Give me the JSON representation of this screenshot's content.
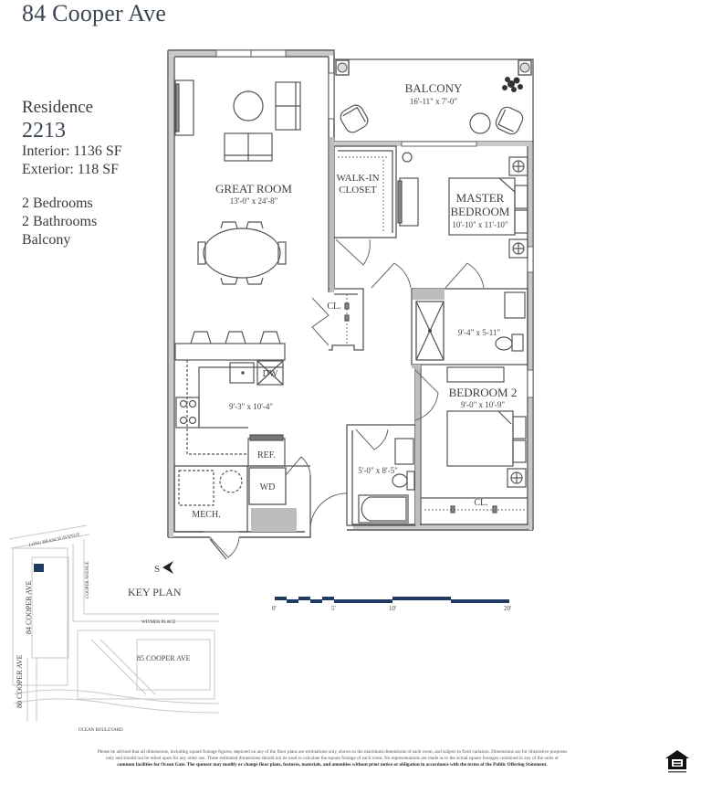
{
  "header": {
    "title": "84 Cooper Ave"
  },
  "residence": {
    "label": "Residence",
    "number": "2213",
    "interior": "Interior: 1136 SF",
    "exterior": "Exterior: 118 SF",
    "features": [
      "2 Bedrooms",
      "2 Bathrooms",
      "Balcony"
    ]
  },
  "rooms": {
    "balcony": {
      "name": "BALCONY",
      "dims": "16'-11\" x 7'-0\""
    },
    "great_room": {
      "name": "GREAT ROOM",
      "dims": "13'-0\" x 24'-8\""
    },
    "walk_in_closet": {
      "name_line1": "WALK-IN",
      "name_line2": "CLOSET"
    },
    "master_bedroom": {
      "name_line1": "MASTER",
      "name_line2": "BEDROOM",
      "dims": "10'-10\" x 11'-10\""
    },
    "master_bath": {
      "dims": "9'-4\" x 5-11\""
    },
    "hall_closet": {
      "name": "CL."
    },
    "kitchen": {
      "dims": "9'-3\" x 10'-4\"",
      "dishwasher": "DW",
      "refrigerator": "REF."
    },
    "bedroom2": {
      "name": "BEDROOM 2",
      "dims": "9'-0\" x 10'-9\"",
      "closet": "CL."
    },
    "bath2": {
      "dims": "5'-0\" x 8'-5\""
    },
    "laundry": {
      "name": "WD"
    },
    "mech": {
      "name": "MECH."
    }
  },
  "key_plan": {
    "title": "KEY PLAN",
    "compass": "S",
    "streets": [
      "LONG BRANCH AVENUE",
      "COOPER AVENUE",
      "WITMER PLACE",
      "OCEAN BOULEVARD"
    ],
    "buildings": [
      "84 COOPER AVE",
      "85 COOPER AVE",
      "80 COOPER AVE"
    ],
    "highlight_color": "#1f3a63"
  },
  "scale_bar": {
    "ticks": [
      "0'",
      "5'",
      "10'",
      "20'"
    ],
    "color": "#1f3a63"
  },
  "footer": {
    "disclaimer_line1": "Please be advised that all dimensions, including square footage figures, depicted on any of the floor plans are estimations only, shown to the maximum dimensions of each room, and subject to field variation. Dimensions are for illustrative purposes",
    "disclaimer_line2": "only and should not be relied upon for any other use. These estimated dimensions should not be used to calculate the square footage of each room. No representations are made as to the actual square footages contained in any of the units or",
    "disclaimer_line3": "common facilities for Ocean Gate. The sponsor may modify or change floor plans, features, materials, and amenities without prior notice or obligation in accordance with the terms of the Public Offering Statement.",
    "logo": "equal-housing-opportunity"
  }
}
